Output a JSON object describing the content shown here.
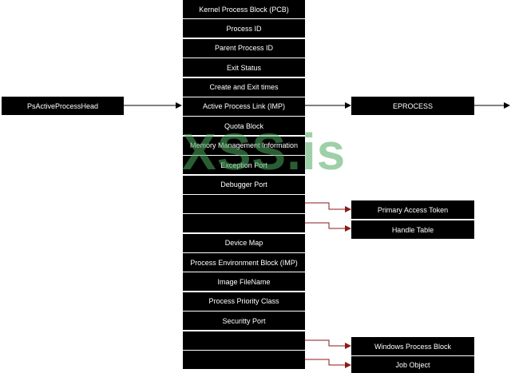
{
  "head_node": "PsActiveProcessHead",
  "rows": [
    "Kernel Process Block (PCB)",
    "Process ID",
    "Parent Process ID",
    "Exit Status",
    "Create and Exit times",
    "Active Process Link (IMP)",
    "Quota Block",
    "Memory Management Information",
    "Exception Port",
    "Debugger Port",
    "",
    "",
    "Device Map",
    "Process Environment Block (IMP)",
    "Image FileName",
    "Process Priority Class",
    "Securitty Port",
    "",
    ""
  ],
  "eprocess": "EPROCESS",
  "pointers": {
    "primary_access_token": "Primary Access Token",
    "handle_table": "Handle Table",
    "windows_process_block": "Windows Process Block",
    "job_object": "Job Object"
  },
  "watermark": "XSS.is",
  "colors": {
    "box": "#000000",
    "text": "#ffffff",
    "pointer_line": "#8b1a1a",
    "watermark": "#4eaa60"
  }
}
